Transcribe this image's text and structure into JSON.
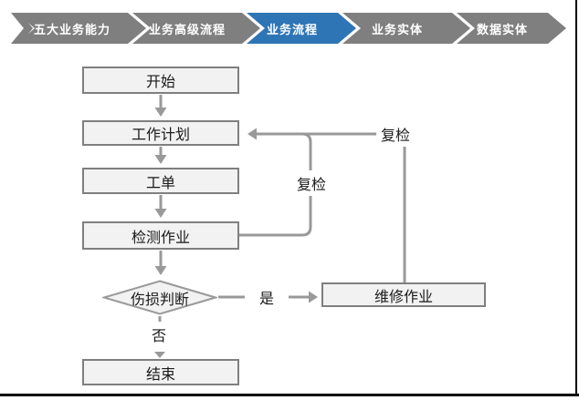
{
  "nav": {
    "active_color": "#2E75B6",
    "inactive_color": "#7F7F7F",
    "items": [
      {
        "label": "五大业务能力",
        "active": false
      },
      {
        "label": "业务高级流程",
        "active": false
      },
      {
        "label": "业务流程",
        "active": true
      },
      {
        "label": "业务实体",
        "active": false
      },
      {
        "label": "数据实体",
        "active": false
      }
    ]
  },
  "flowchart": {
    "colors": {
      "node_fill": "#F2F2F2",
      "node_border": "#7F7F7F",
      "connector": "#999999"
    },
    "nodes": [
      {
        "id": "start",
        "label": "开始",
        "type": "process"
      },
      {
        "id": "work-plan",
        "label": "工作计划",
        "type": "process"
      },
      {
        "id": "work-order",
        "label": "工单",
        "type": "process"
      },
      {
        "id": "inspection-job",
        "label": "检测作业",
        "type": "process"
      },
      {
        "id": "damage-judgment",
        "label": "伤损判断",
        "type": "decision"
      },
      {
        "id": "end",
        "label": "结束",
        "type": "process"
      },
      {
        "id": "repair-job",
        "label": "维修作业",
        "type": "process"
      }
    ],
    "edge_labels": {
      "recheck_outer": "复检",
      "recheck_inner": "复检",
      "yes": "是",
      "no": "否"
    }
  }
}
